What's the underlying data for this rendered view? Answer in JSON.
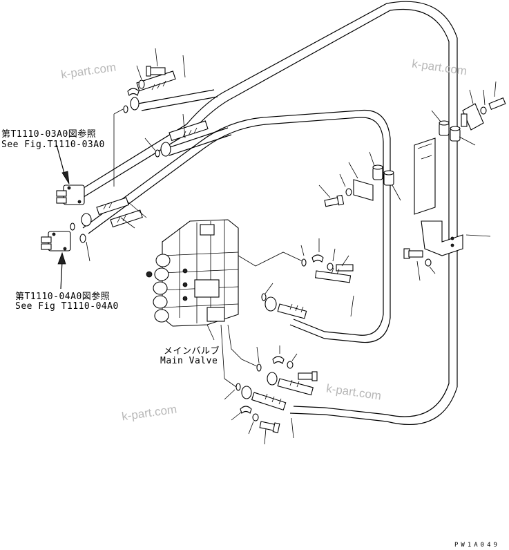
{
  "references": {
    "ref_03_jp": "第T1110-03A0図参照",
    "ref_03_en": "See Fig.T1110-03A0",
    "ref_04_jp": "第T1110-04A0図参照",
    "ref_04_en": "See Fig T1110-04A0"
  },
  "main_valve": {
    "label_jp": "メインバルブ",
    "label_en": "Main Valve"
  },
  "watermarks": [
    "k-part.com",
    "k-part.com",
    "k-part.com",
    "k-part.com"
  ],
  "drawing_code": "PW1A049"
}
